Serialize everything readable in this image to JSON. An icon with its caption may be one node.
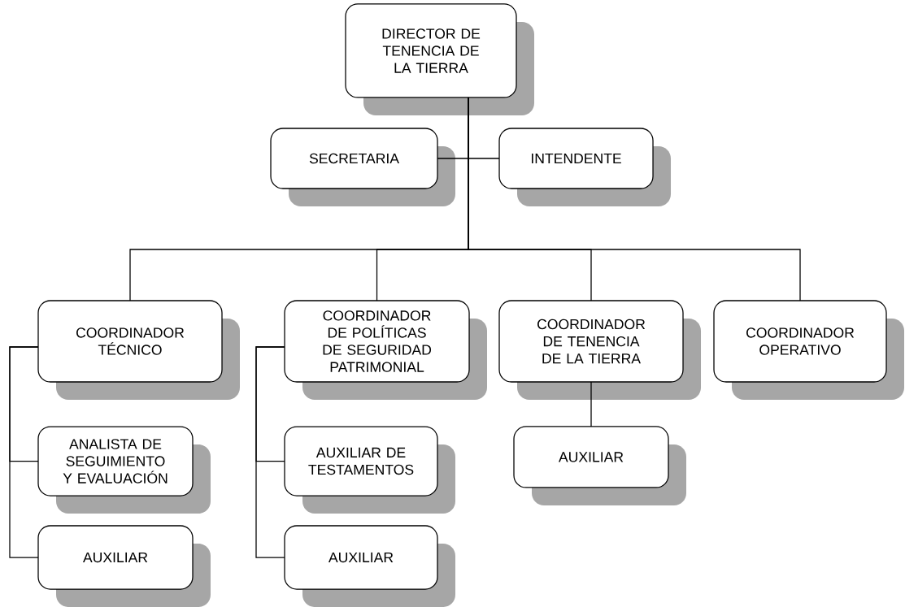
{
  "diagram": {
    "nodes": [
      {
        "text": [
          "DIRECTOR DE TENENCIA DE LA TIERRA"
        ]
      },
      {
        "text": [
          "SECRETARIA"
        ]
      },
      {
        "text": [
          "INTENDENTE"
        ]
      },
      {
        "text": [
          "COORDINADOR TÉCNICO"
        ]
      },
      {
        "text": [
          "COORDINADOR DE POLÍTICAS DE SEGURIDAD PATRIMONIAL"
        ]
      },
      {
        "text": [
          "COORDINADOR DE TENENCIA DE LA TIERRA"
        ]
      },
      {
        "text": [
          "COORDINADOR OPERATIVO"
        ]
      },
      {
        "text": [
          "ANALISTA DE SEGUIMIENTO Y EVALUACIÓN"
        ]
      },
      {
        "text": [
          "AUXILIAR"
        ]
      },
      {
        "text": [
          "AUXILIAR DE TESTAMENTOS"
        ]
      },
      {
        "text": [
          "AUXILIAR"
        ]
      },
      {
        "text": [
          "AUXILIAR"
        ]
      }
    ],
    "edges": [
      {
        "from": 0,
        "to": 1,
        "arrow": "none"
      },
      {
        "from": 0,
        "to": 2,
        "arrow": "none"
      },
      {
        "from": 0,
        "to": 3,
        "arrow": "none"
      },
      {
        "from": 0,
        "to": 4,
        "arrow": "none"
      },
      {
        "from": 0,
        "to": 5,
        "arrow": "none"
      },
      {
        "from": 0,
        "to": 6,
        "arrow": "none"
      },
      {
        "from": 3,
        "to": 7,
        "arrow": "none"
      },
      {
        "from": 3,
        "to": 8,
        "arrow": "none"
      },
      {
        "from": 4,
        "to": 9,
        "arrow": "none"
      },
      {
        "from": 4,
        "to": 10,
        "arrow": "none"
      },
      {
        "from": 5,
        "to": 11,
        "arrow": "none"
      }
    ]
  }
}
